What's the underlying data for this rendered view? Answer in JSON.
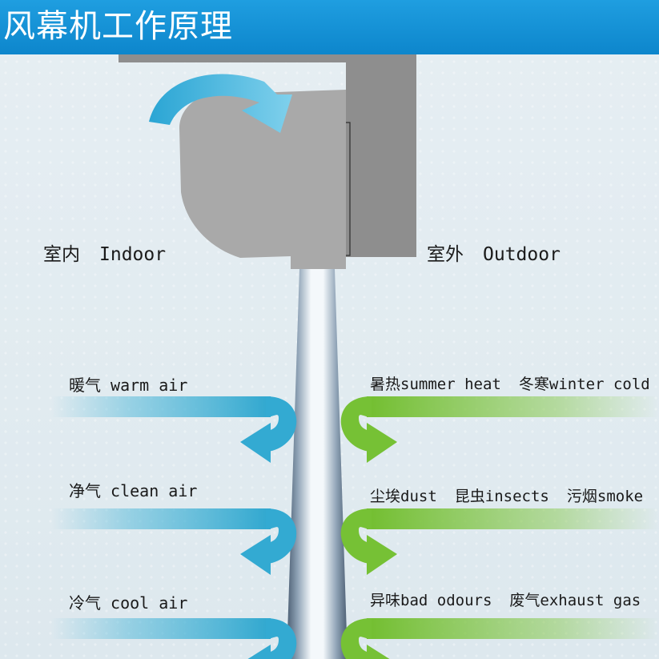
{
  "title": "风幕机工作原理",
  "indoor": {
    "zh": "室内",
    "en": "Indoor"
  },
  "outdoor": {
    "zh": "室外",
    "en": "Outdoor"
  },
  "indoor_flows": [
    {
      "zh": "暖气",
      "en": "warm air"
    },
    {
      "zh": "净气",
      "en": "clean air"
    },
    {
      "zh": "冷气",
      "en": "cool air"
    }
  ],
  "outdoor_flows": [
    [
      {
        "zh": "暑热",
        "en": "summer heat"
      },
      {
        "zh": "冬寒",
        "en": "winter cold"
      }
    ],
    [
      {
        "zh": "尘埃",
        "en": "dust"
      },
      {
        "zh": "昆虫",
        "en": "insects"
      },
      {
        "zh": "污烟",
        "en": "smoke"
      }
    ],
    [
      {
        "zh": "异味",
        "en": "bad odours"
      },
      {
        "zh": "废气",
        "en": "exhaust gas"
      }
    ]
  ],
  "colors": {
    "header": "#0d86cc",
    "indoor_arrow": "#3fb2d6",
    "outdoor_arrow": "#7cc43a",
    "machine": "#a8a8a8",
    "wall": "#8e8e8e",
    "curtain_edge": "#56687d"
  }
}
